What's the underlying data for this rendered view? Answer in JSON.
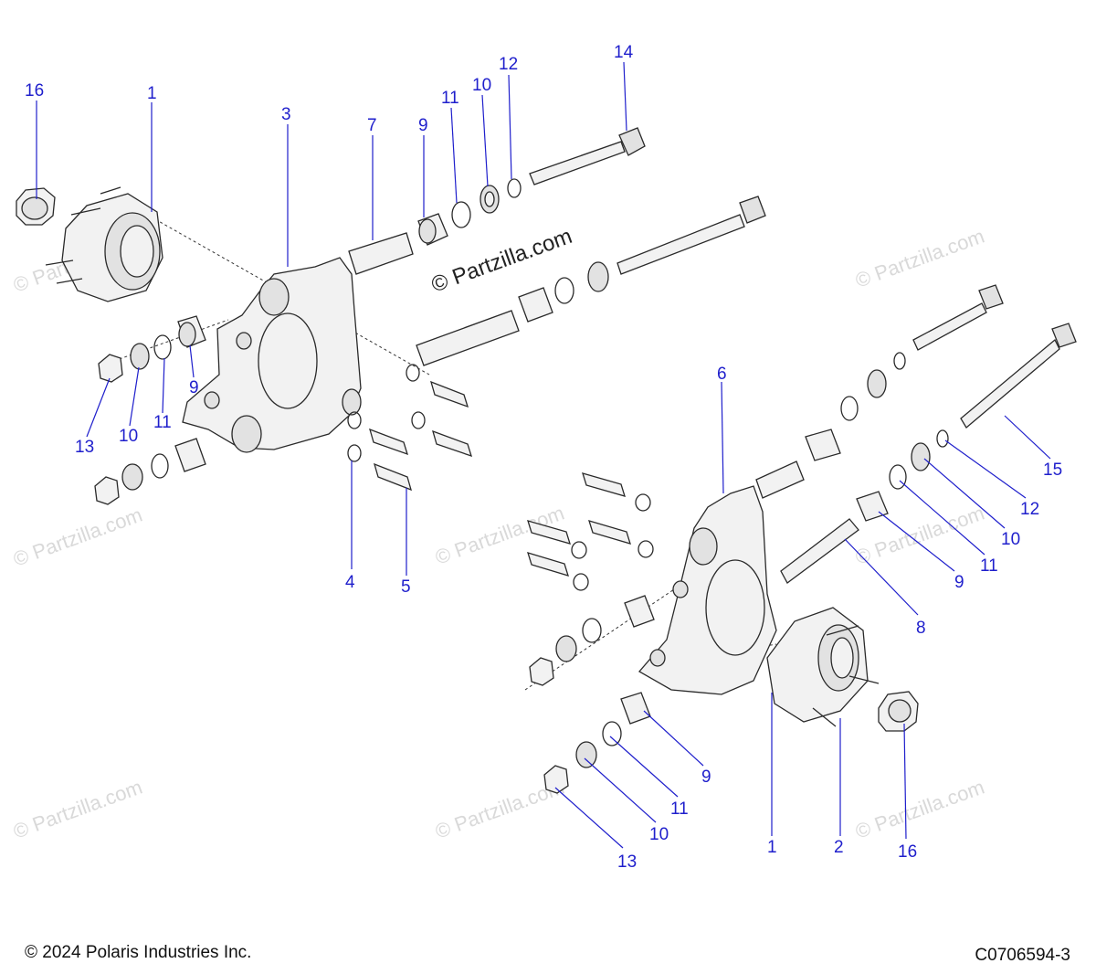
{
  "watermark": {
    "text": "© Partzilla.com"
  },
  "footer": {
    "copyright": "© 2024 Polaris Industries Inc.",
    "figure_id": "C0706594-3"
  },
  "callouts": {
    "c16a": "16",
    "c1a": "1",
    "c3": "3",
    "c7": "7",
    "c9a": "9",
    "c11a": "11",
    "c10a": "10",
    "c12a": "12",
    "c14": "14",
    "c9b": "9",
    "c13a": "13",
    "c10b": "10",
    "c11b": "11",
    "c4": "4",
    "c5": "5",
    "c6": "6",
    "c15": "15",
    "c12b": "12",
    "c10c": "10",
    "c11c": "11",
    "c9c": "9",
    "c8": "8",
    "c9d": "9",
    "c11d": "11",
    "c10d": "10",
    "c13b": "13",
    "c1b": "1",
    "c2": "2",
    "c16b": "16"
  },
  "colors": {
    "callout": "#1f1fcc",
    "line_art": "#2a2a2a",
    "watermark": "#d9d9d9"
  }
}
